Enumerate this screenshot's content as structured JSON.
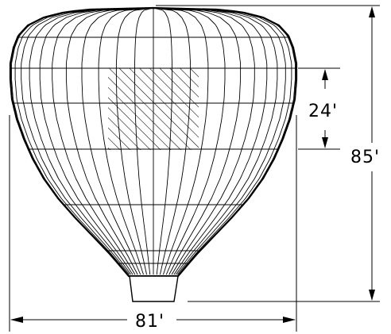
{
  "drawing": {
    "height_label": "85'",
    "width_label": "81'",
    "banner_label": "24'",
    "line_color": "#000000",
    "background": "#ffffff"
  }
}
